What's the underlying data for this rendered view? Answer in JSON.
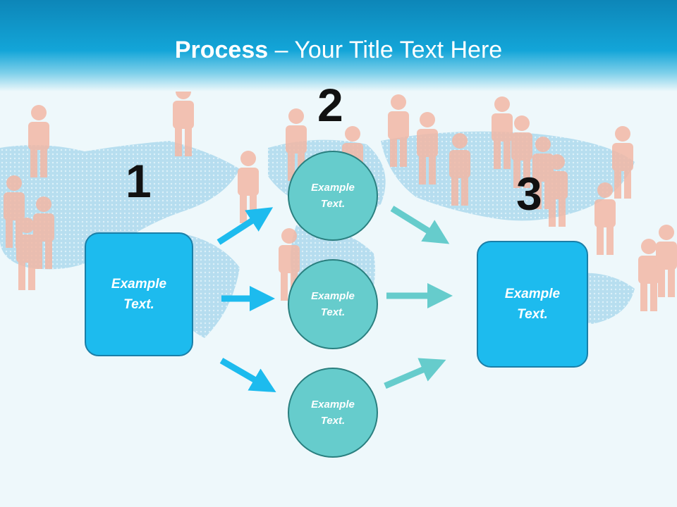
{
  "slide": {
    "title_bold": "Process",
    "title_rest": " – Your Title Text Here"
  },
  "steps": {
    "num1": "1",
    "num2": "2",
    "num3": "3"
  },
  "nodes": {
    "left_box": "Example\nText.",
    "circle_top": "Example\nText.",
    "circle_mid": "Example\nText.",
    "circle_bottom": "Example\nText.",
    "right_box": "Example\nText."
  },
  "colors": {
    "header": "#13a5d8",
    "box_fill": "#1dbbee",
    "circle_fill": "#66cccc",
    "arrow_blue": "#1dbbee",
    "arrow_teal": "#66cccc"
  }
}
